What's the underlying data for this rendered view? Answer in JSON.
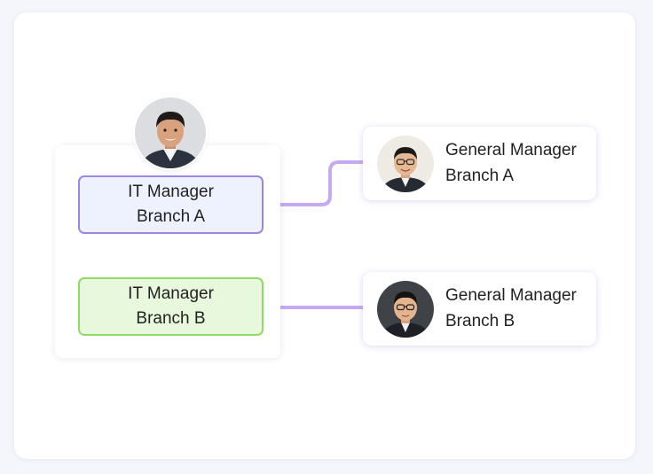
{
  "diagram": {
    "colors": {
      "connector": "#c5a9f3",
      "role_a_fill": "#eef2fe",
      "role_a_border": "#9d86e3",
      "role_b_fill": "#e7f8dd",
      "role_b_border": "#8fdc6a"
    },
    "group": {
      "avatar_icon": "person-photo-icon",
      "roles": [
        {
          "title": "IT Manager",
          "branch": "Branch A"
        },
        {
          "title": "IT Manager",
          "branch": "Branch B"
        }
      ]
    },
    "managers": [
      {
        "title": "General Manager",
        "branch": "Branch A",
        "avatar_icon": "person-photo-icon"
      },
      {
        "title": "General Manager",
        "branch": "Branch B",
        "avatar_icon": "person-photo-icon"
      }
    ]
  }
}
